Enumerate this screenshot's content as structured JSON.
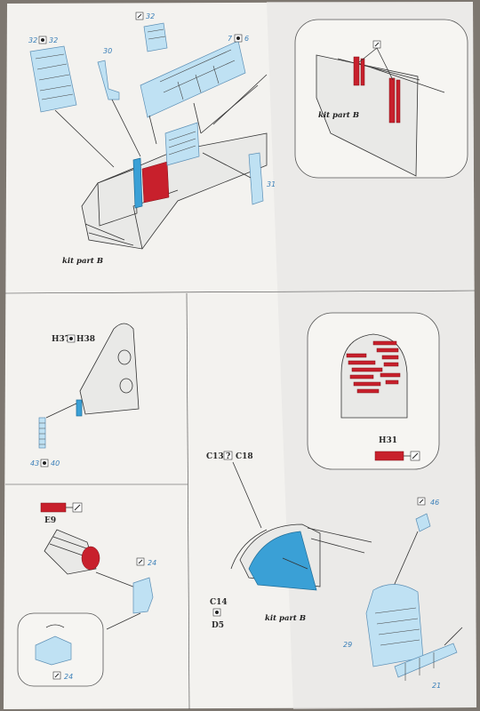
{
  "colors": {
    "paper": "#f3f2ef",
    "photo_etch_blue": "#bfe1f3",
    "photo_etch_dark_blue": "#3aa0d6",
    "paint_red": "#c8202c",
    "line": "#333333",
    "label_blue": "#3a7fb8"
  },
  "icons": [
    "bend-icon",
    "fold-icon",
    "knife-icon"
  ],
  "panel_top": {
    "parts": {
      "p32a": "32",
      "p32b": "32",
      "p32c": "32",
      "p30": "30",
      "p7": "7",
      "p6": "6",
      "p31": "31"
    },
    "kit_part": "kit part B",
    "inset_kit_part": "kit part B"
  },
  "panel_mid_left": {
    "parts": {
      "h37": "H37",
      "h38": "H38",
      "p43": "43",
      "p40": "40"
    }
  },
  "panel_mid_right": {
    "parts": {
      "h31": "H31"
    }
  },
  "panel_bottom_left": {
    "parts": {
      "e9": "E9",
      "p24a": "24",
      "p24b": "24"
    }
  },
  "panel_bottom_right": {
    "parts": {
      "c13": "C13",
      "c18": "C18",
      "q": "?",
      "c14": "C14",
      "d5": "D5",
      "p46": "46",
      "p29": "29",
      "p21": "21"
    },
    "kit_part": "kit part B"
  }
}
